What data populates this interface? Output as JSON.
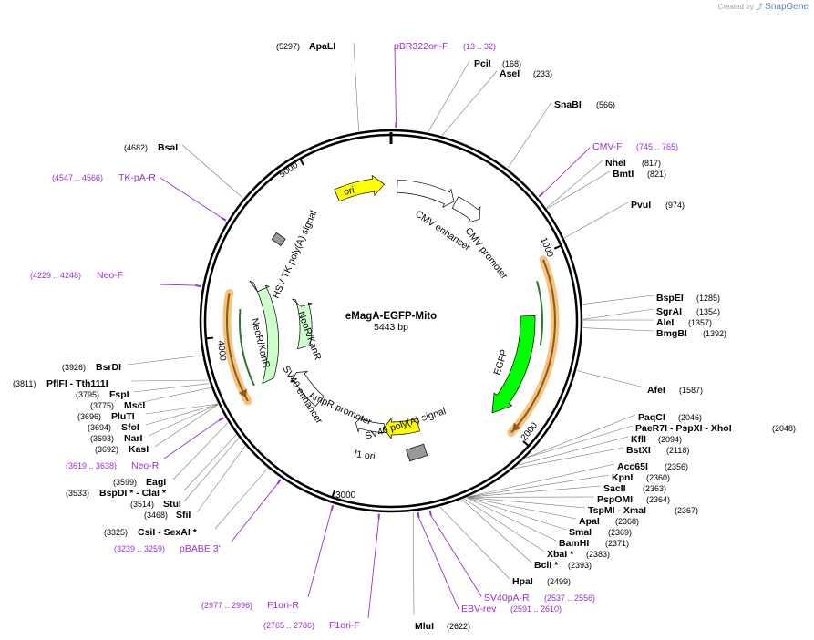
{
  "brand": {
    "created_by": "Created by",
    "name": "SnapGene"
  },
  "plasmid": {
    "name": "eMagA-EGFP-Mito",
    "length_label": "5443 bp",
    "length": 5443
  },
  "ticks": [
    "1000",
    "2000",
    "3000",
    "4000",
    "5000"
  ],
  "colors": {
    "ori": "#ffff00",
    "egfp": "#00ff00",
    "neo": "#ccffcc",
    "outline": "#000000",
    "primer": "#9a2fd6",
    "highlight": "#f7c27a",
    "promoter": "#ffffff",
    "polyA": "#999999"
  },
  "features": [
    {
      "name": "ori",
      "kind": "ori"
    },
    {
      "name": "CMV enhancer",
      "kind": "promoter"
    },
    {
      "name": "CMV promoter",
      "kind": "promoter"
    },
    {
      "name": "EGFP",
      "kind": "cds"
    },
    {
      "name": "SV40 poly(A) signal",
      "kind": "polyA"
    },
    {
      "name": "f1 ori",
      "kind": "ori"
    },
    {
      "name": "AmpR promoter",
      "kind": "promoter"
    },
    {
      "name": "SV40 enhancer",
      "kind": "promoter"
    },
    {
      "name": "NeoR/KanR",
      "kind": "cds"
    },
    {
      "name": "NeoR/KanR",
      "kind": "cds"
    },
    {
      "name": "HSV TK poly(A) signal",
      "kind": "polyA"
    }
  ],
  "enzymes": [
    {
      "name": "ApaLI",
      "pos": "(5297)"
    },
    {
      "name": "PciI",
      "pos": "(168)"
    },
    {
      "name": "AseI",
      "pos": "(233)"
    },
    {
      "name": "SnaBI",
      "pos": "(566)"
    },
    {
      "name": "NheI",
      "pos": "(817)"
    },
    {
      "name": "BmtI",
      "pos": "(821)"
    },
    {
      "name": "PvuI",
      "pos": "(974)"
    },
    {
      "name": "BspEI",
      "pos": "(1285)"
    },
    {
      "name": "SgrAI",
      "pos": "(1354)"
    },
    {
      "name": "AleI",
      "pos": "(1357)"
    },
    {
      "name": "BmgBI",
      "pos": "(1392)"
    },
    {
      "name": "AfeI",
      "pos": "(1587)"
    },
    {
      "name": "PaqCI",
      "pos": "(2046)"
    },
    {
      "name": "PaeR7I  - PspXI  - XhoI",
      "pos": "(2048)"
    },
    {
      "name": "KflI",
      "pos": "(2094)"
    },
    {
      "name": "BstXI",
      "pos": "(2118)"
    },
    {
      "name": "Acc65I",
      "pos": "(2356)"
    },
    {
      "name": "KpnI",
      "pos": "(2360)"
    },
    {
      "name": "SacII",
      "pos": "(2363)"
    },
    {
      "name": "PspOMI",
      "pos": "(2364)"
    },
    {
      "name": "TspMI  - XmaI",
      "pos": "(2367)"
    },
    {
      "name": "ApaI",
      "pos": "(2368)"
    },
    {
      "name": "SmaI",
      "pos": "(2369)"
    },
    {
      "name": "BamHI",
      "pos": "(2371)"
    },
    {
      "name": "XbaI *",
      "pos": "(2383)"
    },
    {
      "name": "BclI *",
      "pos": "(2393)"
    },
    {
      "name": "HpaI",
      "pos": "(2499)"
    },
    {
      "name": "MluI",
      "pos": "(2622)"
    },
    {
      "name": "CsiI  - SexAI *",
      "pos": "(3325)"
    },
    {
      "name": "SfiI",
      "pos": "(3468)"
    },
    {
      "name": "StuI",
      "pos": "(3514)"
    },
    {
      "name": "BspDI *  - ClaI *",
      "pos": "(3533)"
    },
    {
      "name": "EagI",
      "pos": "(3599)"
    },
    {
      "name": "KasI",
      "pos": "(3692)"
    },
    {
      "name": "NarI",
      "pos": "(3693)"
    },
    {
      "name": "SfoI",
      "pos": "(3694)"
    },
    {
      "name": "PluTI",
      "pos": "(3696)"
    },
    {
      "name": "MscI",
      "pos": "(3775)"
    },
    {
      "name": "FspI",
      "pos": "(3795)"
    },
    {
      "name": "PflFI  - Tth111I",
      "pos": "(3811)"
    },
    {
      "name": "BsrDI",
      "pos": "(3926)"
    },
    {
      "name": "BsaI",
      "pos": "(4682)"
    }
  ],
  "primers": [
    {
      "name": "pBR322ori-F",
      "pos": "(13 .. 32)"
    },
    {
      "name": "CMV-F",
      "pos": "(745 .. 765)"
    },
    {
      "name": "SV40pA-R",
      "pos": "(2537 .. 2556)"
    },
    {
      "name": "EBV-rev",
      "pos": "(2591 .. 2610)"
    },
    {
      "name": "F1ori-F",
      "pos": "(2765 .. 2786)"
    },
    {
      "name": "F1ori-R",
      "pos": "(2977 .. 2996)"
    },
    {
      "name": "pBABE 3'",
      "pos": "(3239 .. 3259)"
    },
    {
      "name": "Neo-R",
      "pos": "(3619 .. 3638)"
    },
    {
      "name": "Neo-F",
      "pos": "(4229 .. 4248)"
    },
    {
      "name": "TK-pA-R",
      "pos": "(4547 .. 4566)"
    }
  ]
}
